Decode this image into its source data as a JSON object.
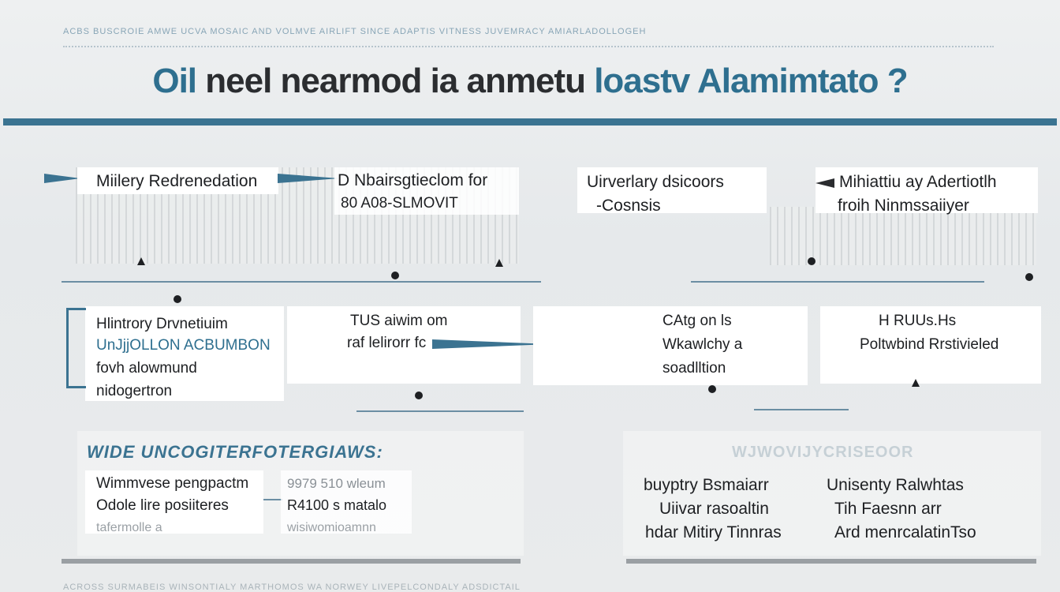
{
  "ticker_top": "ACBS BUSCROIE AMWE UCVA MOSAIC AND VOLMVE AIRLIFT SINCE ADAPTIS VITNESS JUVEMRACY AMIARLADOLLOGEH",
  "ticker_bottom": "ACROSS SURMABEIS WINSONTIALY MARTHOMOS WA NORWEY LIVEPELCONDALY ADSDICTAIL",
  "title": {
    "part1": "Oil",
    "part2": " neel nearmod ia anmetu ",
    "part3": "loastv Alamimtato ?"
  },
  "row1": {
    "card1": "Miilery Redrenedation",
    "card2_line1": "D Nbairsgtieclom for",
    "card2_line2": "80 A08-SLMOVIT",
    "card3_line1": "Uirverlary dsicoors",
    "card3_line2": "-Cosnsis",
    "card4_line1": "Mihiattiu ay Adertiotlh",
    "card4_line2": "froih Ninmssaiiyer"
  },
  "row2": {
    "card1": [
      "Hlintrory Drvnetiuim",
      "UnJjjOLLON ACBUMBON",
      "fovh alowmund",
      "nidogertron"
    ],
    "card2": [
      "TUS aiwim om",
      "raf lelirorr fc"
    ],
    "card3": [
      "CAtg on ls",
      "Wkawlchy a",
      "soadlltion"
    ],
    "card4": [
      "H RUUs.Hs",
      "Poltwbind Rrstivieled"
    ]
  },
  "left_panel": {
    "heading": "WIDE UNCOGITERFOTERGIAWS:",
    "card1": [
      "Wimmvese pengpactm",
      "Odole lire posiiteres",
      "tafermolle a"
    ],
    "card2": [
      "9979 510 wleum",
      "R4100 s matalo",
      "wisiwomioamnn"
    ]
  },
  "right_panel": {
    "heading": "WJWOVIJYCRISEOOR",
    "col1": [
      "buyptry Bsmaiarr",
      "Uiivar rasoaltin",
      "hdar Mitiry Tinnras"
    ],
    "col2": [
      "Unisenty Ralwhtas",
      "Tih Faesnn arr",
      "Ard menrcalatinTso"
    ]
  },
  "colors": {
    "accent": "#3b7391",
    "title_blue": "#2e6f8f",
    "text": "#1d1f22"
  }
}
